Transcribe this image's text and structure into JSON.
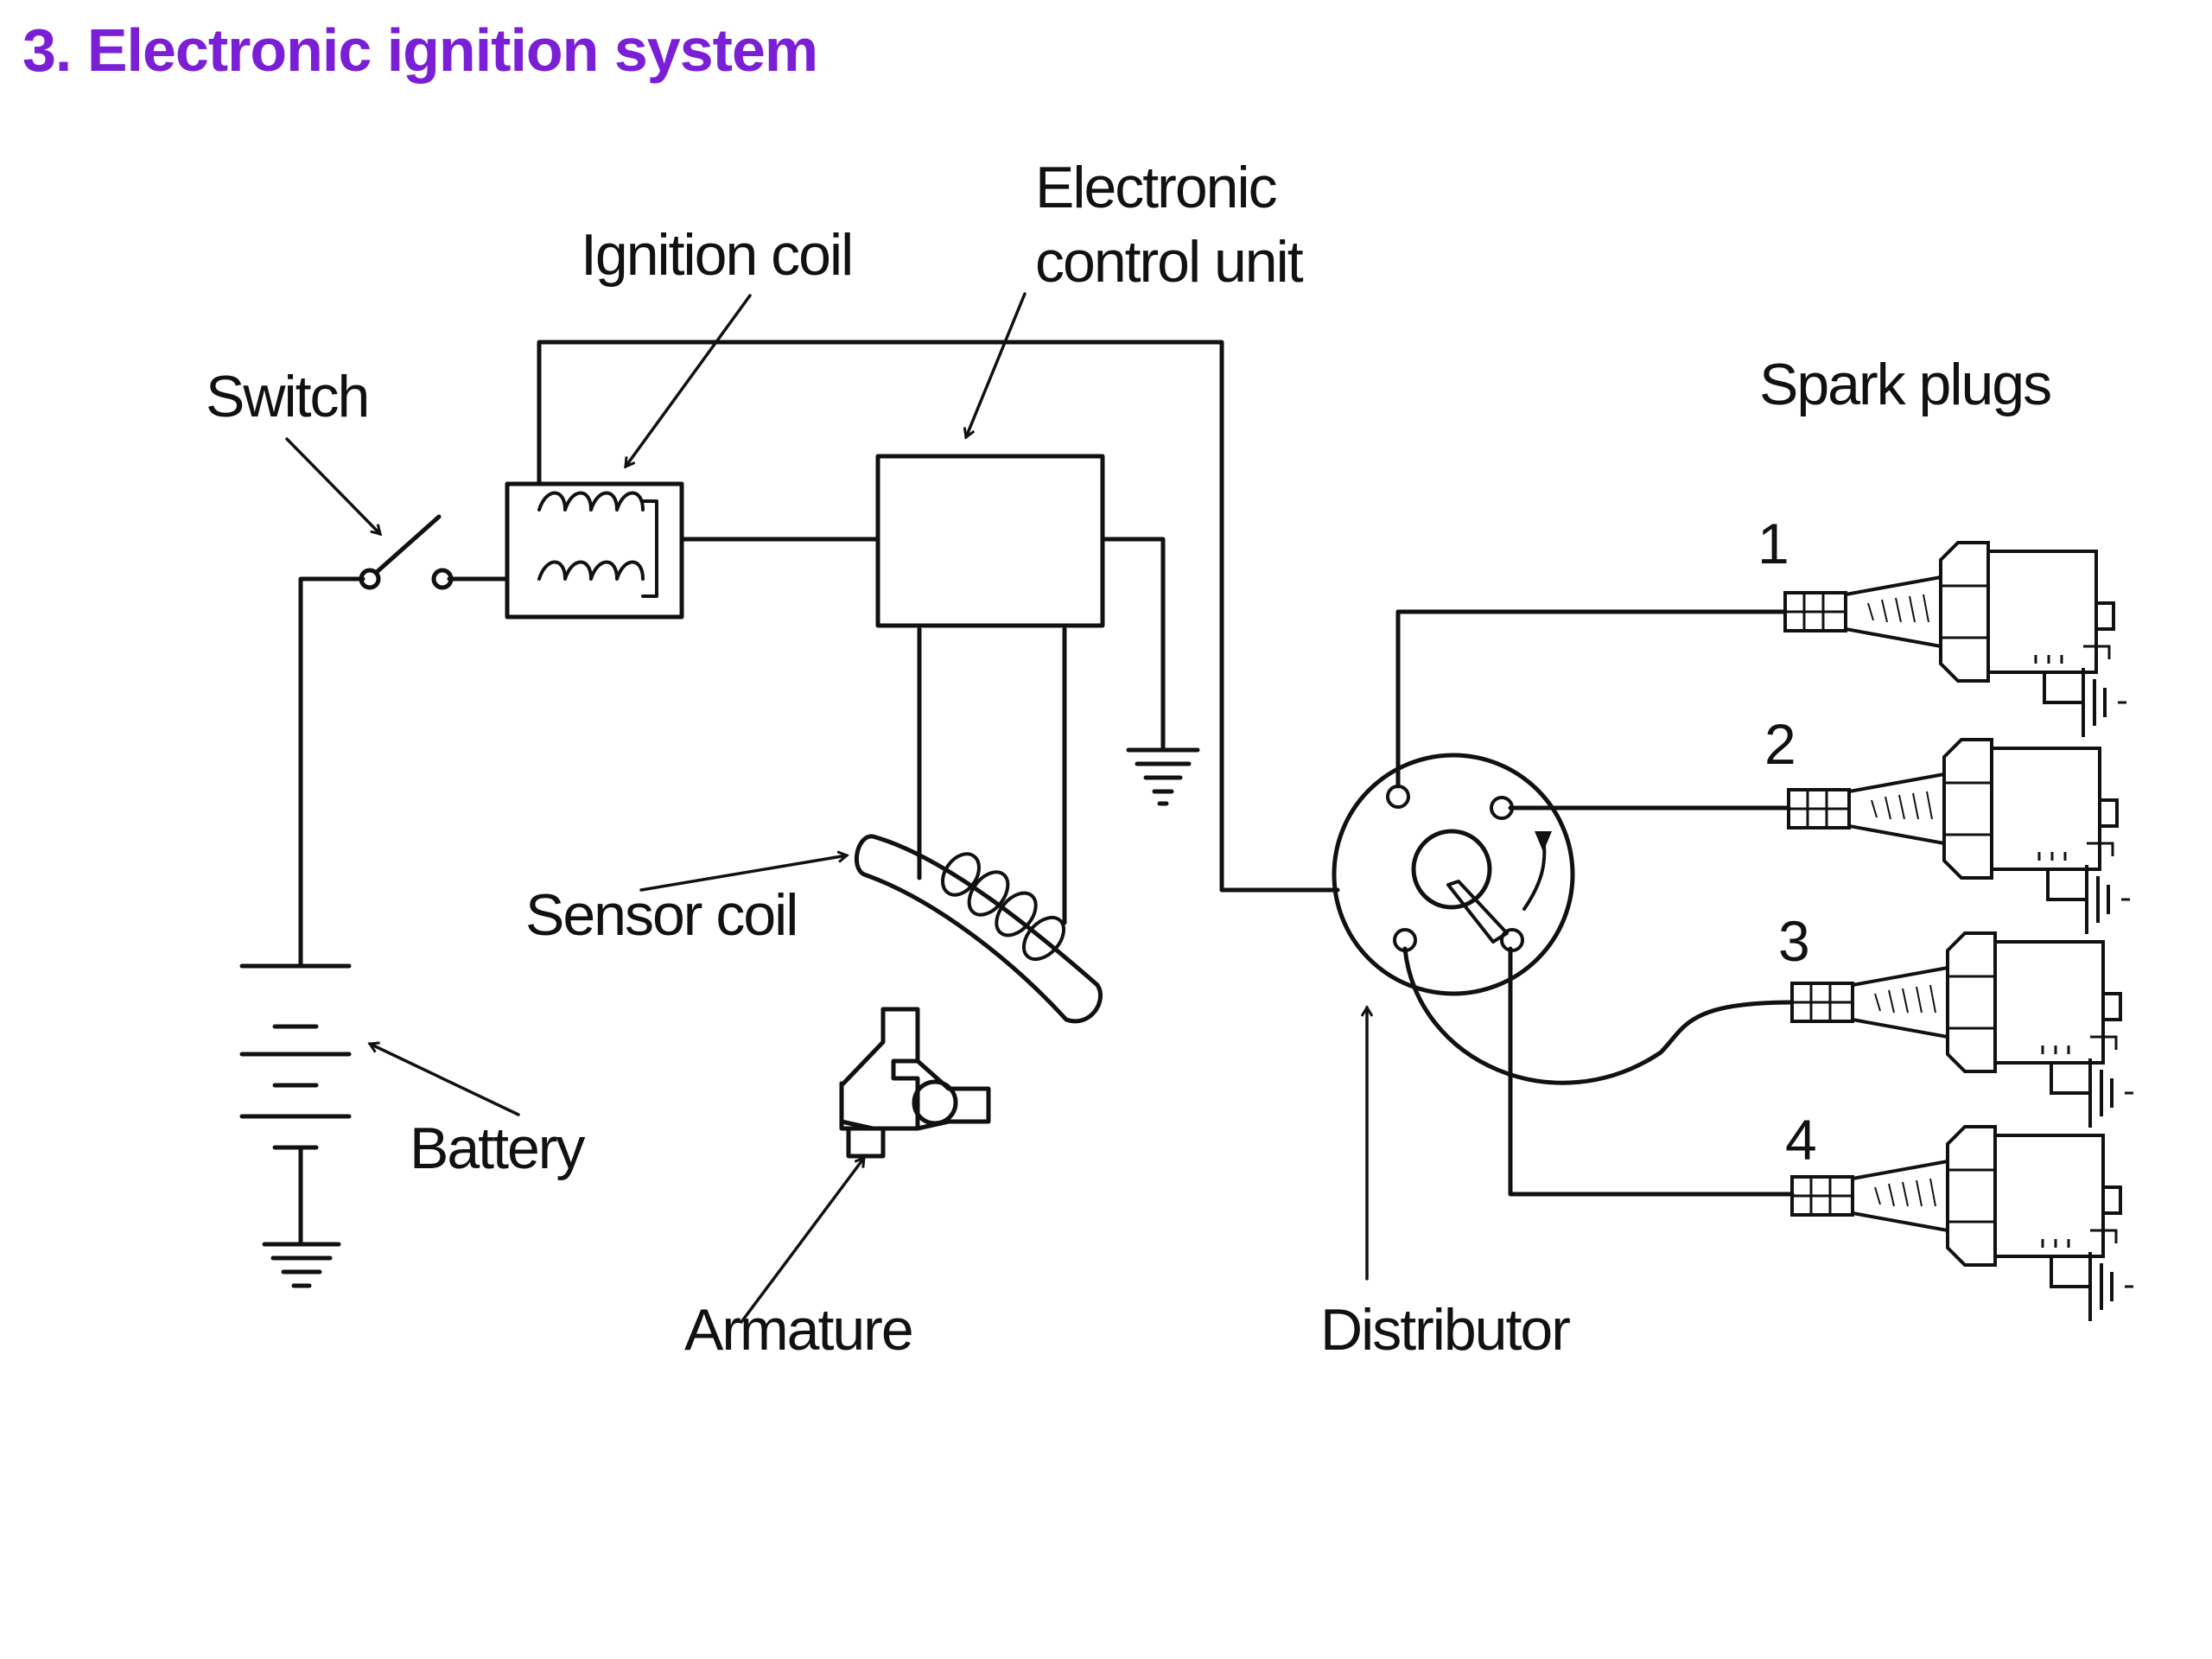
{
  "title": "3. Electronic ignition  system",
  "labels": {
    "ignition_coil": "Ignition coil",
    "ecu_line1": "Electronic",
    "ecu_line2": "control unit",
    "switch": "Switch",
    "spark_plugs": "Spark plugs",
    "sensor_coil": "Sensor coil",
    "battery": "Battery",
    "armature": "Armature",
    "distributor": "Distributor"
  },
  "plug_numbers": [
    "1",
    "2",
    "3",
    "4"
  ],
  "colors": {
    "title": "#7a1fd6",
    "lines": "#111111",
    "background": "#ffffff"
  }
}
